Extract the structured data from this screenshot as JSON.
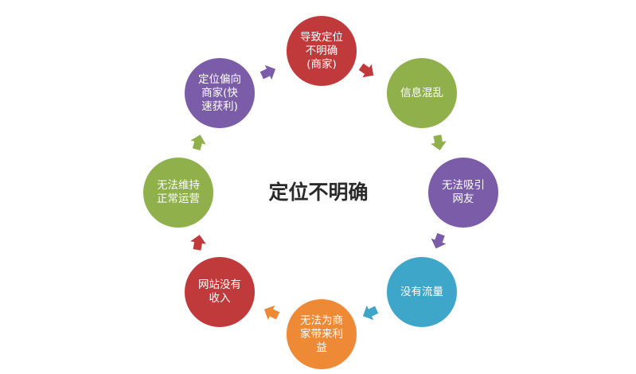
{
  "diagram": {
    "type": "cycle",
    "center_title": "定位不明确",
    "nodes": [
      {
        "label": "导致定位\n不明确\n(商家)",
        "color": "#c0393b"
      },
      {
        "label": "信息混乱",
        "color": "#8fb04a"
      },
      {
        "label": "无法吸引\n网友",
        "color": "#7a5ca8"
      },
      {
        "label": "没有流量",
        "color": "#3ea6c8"
      },
      {
        "label": "无法为商\n家带来利\n益",
        "color": "#ee8a35"
      },
      {
        "label": "网站没有\n收入",
        "color": "#c0393b"
      },
      {
        "label": "无法维持\n正常运营",
        "color": "#8fb04a"
      },
      {
        "label": "定位偏向\n商家(快\n速获利)",
        "color": "#7a5ca8"
      }
    ],
    "arrows": [
      {
        "from": 0,
        "to": 1,
        "color": "#c0393b",
        "icon": "arrow-right-down"
      },
      {
        "from": 1,
        "to": 2,
        "color": "#8fb04a",
        "icon": "arrow-down"
      },
      {
        "from": 2,
        "to": 3,
        "color": "#7a5ca8",
        "icon": "arrow-down-left"
      },
      {
        "from": 3,
        "to": 4,
        "color": "#3ea6c8",
        "icon": "arrow-left-down"
      },
      {
        "from": 4,
        "to": 5,
        "color": "#ee8a35",
        "icon": "arrow-left-up"
      },
      {
        "from": 5,
        "to": 6,
        "color": "#c0393b",
        "icon": "arrow-up"
      },
      {
        "from": 6,
        "to": 7,
        "color": "#8fb04a",
        "icon": "arrow-up-right"
      },
      {
        "from": 7,
        "to": 0,
        "color": "#7a5ca8",
        "icon": "arrow-right-up"
      }
    ]
  }
}
